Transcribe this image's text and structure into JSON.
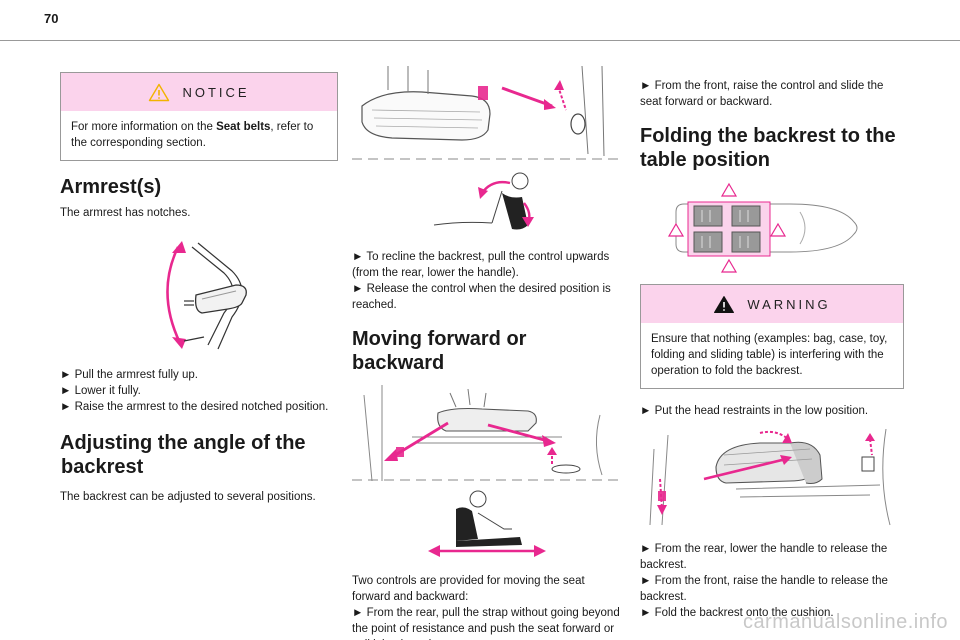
{
  "page": {
    "number": "70",
    "watermark": "carmanualsonline.info"
  },
  "col1": {
    "notice": {
      "title": "NOTICE",
      "text_before": "For more information on the ",
      "text_bold": "Seat belts",
      "text_after": ", refer to the corresponding section."
    },
    "armrest": {
      "heading": "Armrest(s)",
      "intro": "The armrest has notches.",
      "steps": [
        "► Pull the armrest fully up.",
        "► Lower it fully.",
        "► Raise the armrest to the desired notched position."
      ]
    },
    "backrest_angle": {
      "heading_line1": "Adjusting the angle of the",
      "heading_line2": "backrest",
      "intro": "The backrest can be adjusted to several positions."
    }
  },
  "col2": {
    "recline_steps": [
      "► To recline the backrest, pull the control upwards (from the rear, lower the handle).",
      "► Release the control when the desired position is reached."
    ],
    "forward": {
      "heading": "Moving forward or backward",
      "intro": "Two controls are provided for moving the seat forward and backward:",
      "steps": [
        "► From the rear, pull the strap without going beyond the point of resistance and push the seat forward or pull it backward."
      ]
    }
  },
  "col3": {
    "front_step": "► From the front, raise the control and slide the seat forward or backward.",
    "folding": {
      "heading_line1": "Folding the backrest to the",
      "heading_line2": "table position"
    },
    "warning": {
      "title": "WARNING",
      "text": "Ensure that nothing (examples: bag, case, toy, folding and sliding table) is interfering with the operation to fold the backrest."
    },
    "head_restraints_step": "► Put the head restraints in the low position.",
    "final_steps": [
      "► From the rear, lower the handle to release the backrest.",
      "► From the front, raise the handle to release the backrest.",
      "► Fold the backrest onto the cushion."
    ]
  },
  "colors": {
    "accent_magenta": "#e8288f",
    "notice_bg": "#fbd3ec",
    "warning_icon": "#f2c200"
  },
  "icons": [
    "warning-triangle-icon",
    "warning-filled-icon"
  ]
}
